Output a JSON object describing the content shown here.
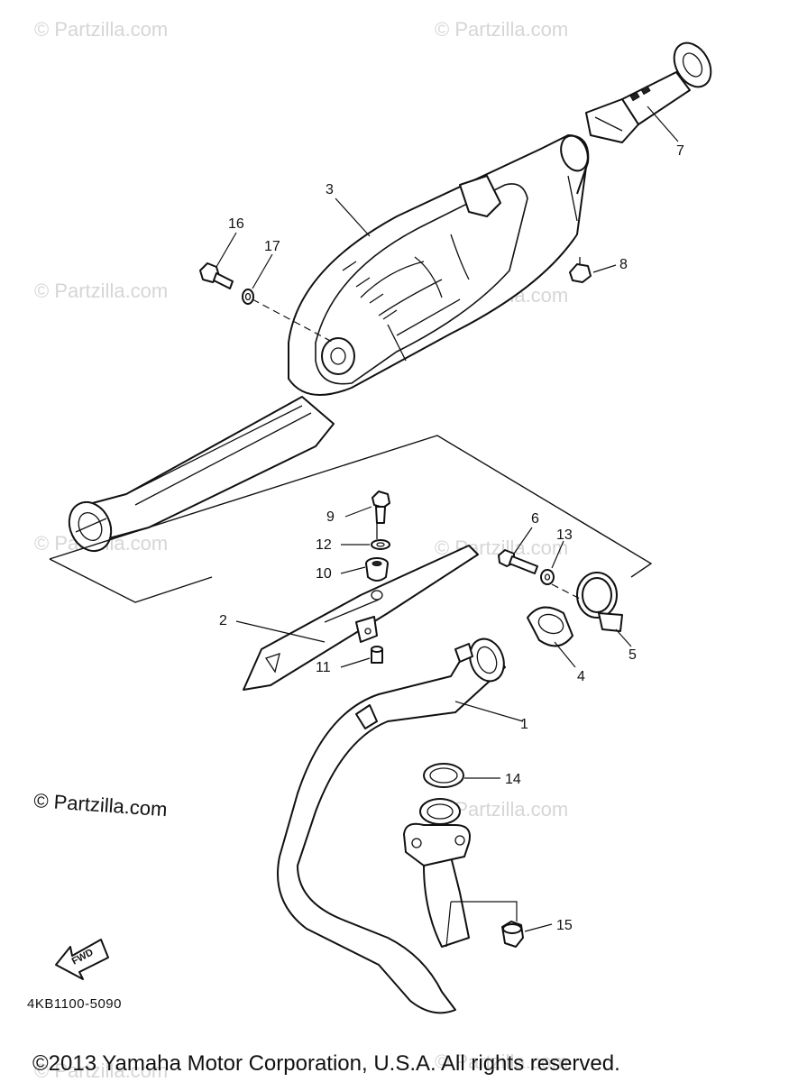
{
  "diagram": {
    "watermark_text": "© Partzilla.com",
    "partzilla_mark": "© Partzilla.com",
    "part_code": "4KB1100-5090",
    "fwd_label": "FWD",
    "copyright": "©2013  Yamaha Motor Corporation, U.S.A. All rights reserved.",
    "callouts": [
      "1",
      "2",
      "3",
      "4",
      "5",
      "6",
      "7",
      "8",
      "9",
      "10",
      "11",
      "12",
      "13",
      "14",
      "15",
      "16",
      "17"
    ]
  }
}
